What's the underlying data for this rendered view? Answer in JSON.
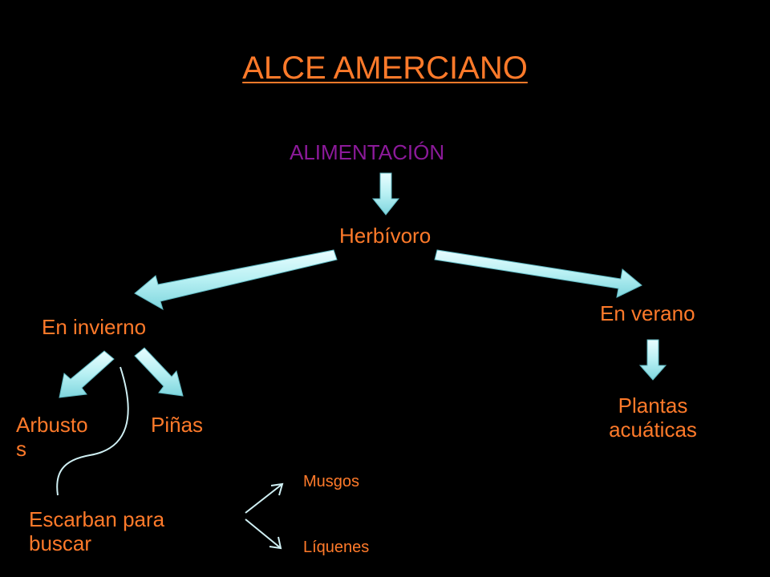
{
  "title": "ALCE AMERCIANO",
  "nodes": {
    "alimentacion": "ALIMENTACIÓN",
    "herbivoro": "Herbívoro",
    "invierno": "En invierno",
    "verano": "En verano",
    "arbustos_line1": "Arbusto",
    "arbustos_line2": "s",
    "pinas": "Piñas",
    "plantas_line1": "Plantas",
    "plantas_line2": "acuáticas",
    "escarban_line1": "Escarban para",
    "escarban_line2": "buscar",
    "musgos": "Musgos",
    "liquenes": "Líquenes"
  },
  "colors": {
    "background": "#000000",
    "title": "#ff7a2a",
    "purple": "#8c1a9a",
    "orange": "#ff7a2a",
    "arrow_fill": "#b9f1f4",
    "line": "#cfeff3"
  }
}
